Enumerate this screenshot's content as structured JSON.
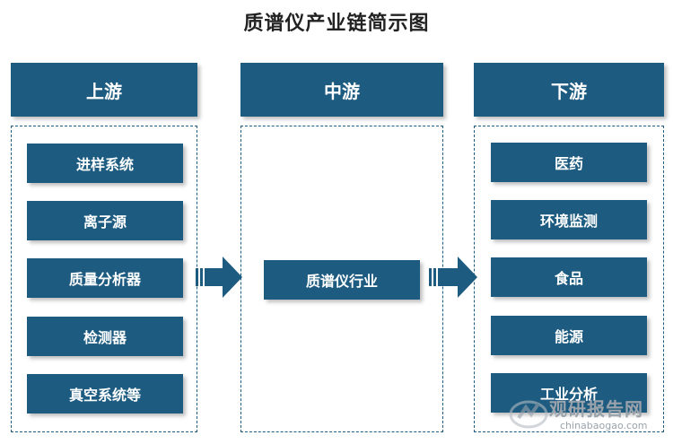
{
  "title": "质谱仪产业链简示图",
  "upstream": {
    "header": "上游",
    "items": [
      "进样系统",
      "离子源",
      "质量分析器",
      "检测器",
      "真空系统等"
    ]
  },
  "midstream": {
    "header": "中游",
    "item": "质谱仪行业"
  },
  "downstream": {
    "header": "下游",
    "items": [
      "医药",
      "环境监测",
      "食品",
      "能源",
      "工业分析"
    ]
  },
  "watermark": {
    "text": "观研报告网",
    "url": "chinabaogao.com"
  },
  "colors": {
    "primary": "#1d5b80",
    "background": "#ffffff"
  }
}
